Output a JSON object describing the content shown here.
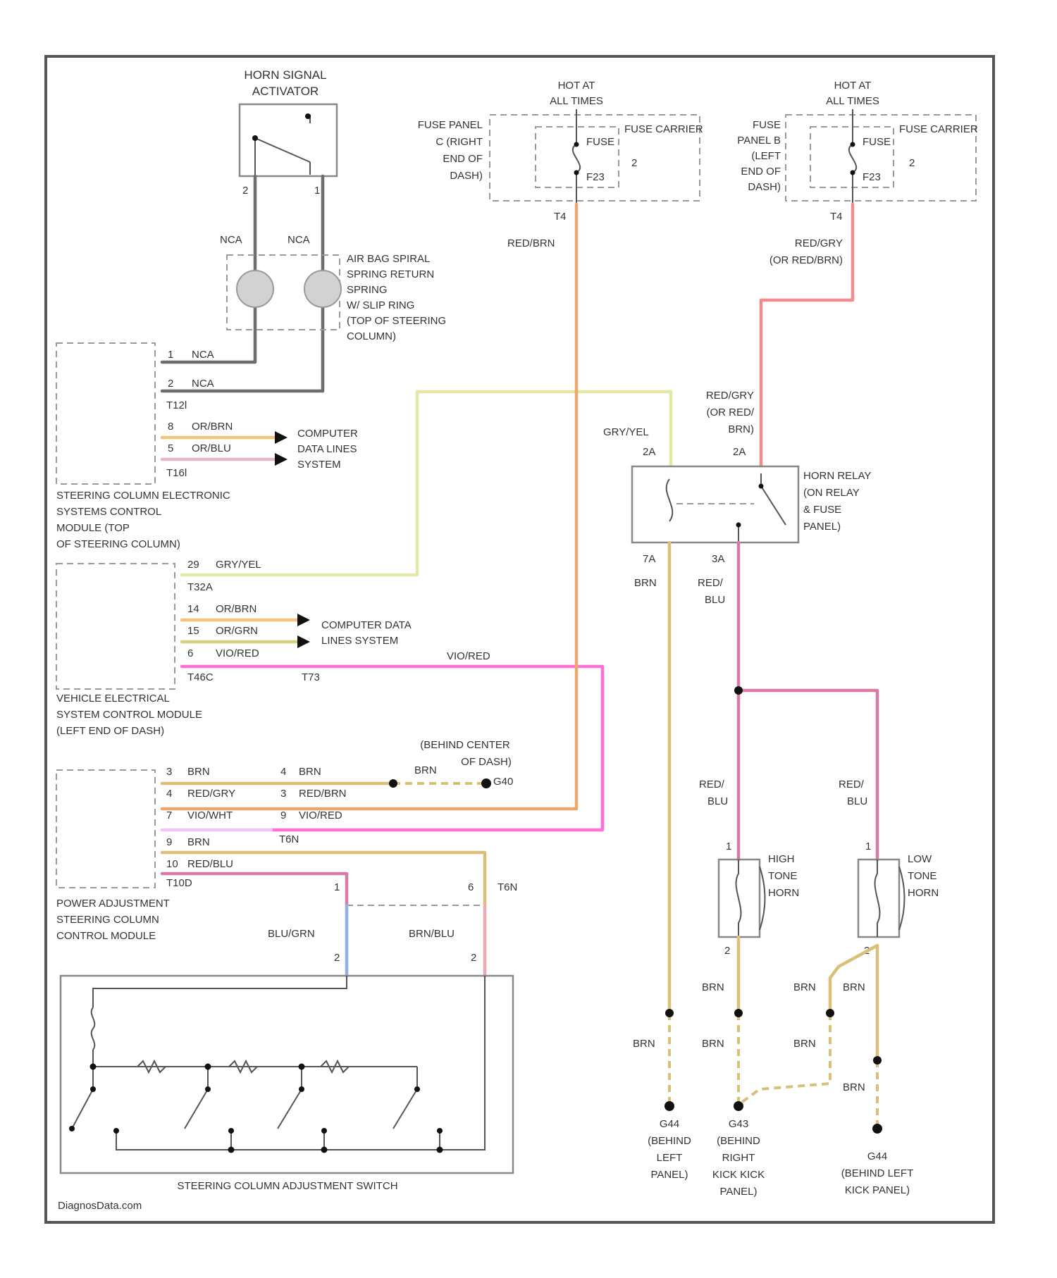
{
  "colors": {
    "gry": "#6d6d6d",
    "red_brn": "#e9a86c",
    "red_gry": "#f28b8b",
    "gry_yel": "#e6e8a8",
    "vio_red": "#ff6fd8",
    "or_brn": "#f2c47a",
    "or_blu": "#e9b7c2",
    "or_grn": "#d8cf7e",
    "brn": "#d9c07a",
    "red_blu": "#d77aa6",
    "vio_wht": "#ecc8f2",
    "blu_grn": "#8fb0e0",
    "brn_blu": "#f0a8b0"
  },
  "horn_signal_activator": {
    "line1": "HORN SIGNAL",
    "line2": "ACTIVATOR",
    "pin_left": "2",
    "pin_right": "1"
  },
  "fuse_left": {
    "hot": [
      "HOT AT",
      "ALL TIMES"
    ],
    "panel": [
      "FUSE PANEL",
      "C (RIGHT",
      "END OF",
      "DASH)"
    ],
    "fuse": "FUSE",
    "carrier": "FUSE CARRIER",
    "fuse_id": "F23",
    "pin": "2",
    "term": "T4",
    "wire": "RED/BRN"
  },
  "fuse_right": {
    "hot": [
      "HOT AT",
      "ALL TIMES"
    ],
    "panel": [
      "FUSE",
      "PANEL B",
      "(LEFT",
      "END OF",
      "DASH)"
    ],
    "fuse": "FUSE",
    "carrier": "FUSE CARRIER",
    "fuse_id": "F23",
    "pin": "2",
    "term": "T4",
    "wire": [
      "RED/GRY",
      "(OR RED/BRN)"
    ]
  },
  "nca_labels": [
    "NCA",
    "NCA"
  ],
  "clock_spring": [
    "AIR BAG SPIRAL",
    "SPRING RETURN",
    "SPRING",
    "W/ SLIP RING",
    "(TOP OF STEERING",
    "COLUMN)"
  ],
  "sccm": {
    "pins": [
      {
        "num": "1",
        "wire": "NCA"
      },
      {
        "num": "2",
        "wire": "NCA"
      }
    ],
    "conn1": "T12l",
    "pins2": [
      {
        "num": "8",
        "wire": "OR/BRN"
      },
      {
        "num": "5",
        "wire": "OR/BLU"
      }
    ],
    "conn2": "T16l",
    "arrow_label": [
      "COMPUTER",
      "DATA LINES",
      "SYSTEM"
    ],
    "name": [
      "STEERING COLUMN ELECTRONIC",
      "SYSTEMS CONTROL",
      "MODULE (TOP",
      "OF STEERING COLUMN)"
    ]
  },
  "vescm": {
    "pin_top": {
      "num": "29",
      "wire": "GRY/YEL"
    },
    "conn_top": "T32A",
    "pins": [
      {
        "num": "14",
        "wire": "OR/BRN"
      },
      {
        "num": "15",
        "wire": "OR/GRN"
      },
      {
        "num": "6",
        "wire": "VIO/RED"
      }
    ],
    "conn": "T46C",
    "arrow_label": [
      "COMPUTER DATA",
      "LINES SYSTEM"
    ],
    "inline_conn": "T73",
    "vio_red_label": "VIO/RED",
    "name": [
      "VEHICLE ELECTRICAL",
      "SYSTEM CONTROL MODULE",
      "(LEFT END OF DASH)"
    ]
  },
  "pascm": {
    "pins": [
      {
        "num": "3",
        "wire": "BRN"
      },
      {
        "num": "4",
        "wire": "RED/GRY"
      },
      {
        "num": "7",
        "wire": "VIO/WHT"
      },
      {
        "num": "9",
        "wire": "BRN"
      },
      {
        "num": "10",
        "wire": "RED/BLU"
      }
    ],
    "conn": "T10D",
    "mid_pins": [
      {
        "num": "4",
        "wire": "BRN"
      },
      {
        "num": "3",
        "wire": "RED/BRN"
      },
      {
        "num": "9",
        "wire": "VIO/RED"
      }
    ],
    "mid_conn": "T6N",
    "ground_ref": [
      "(BEHIND CENTER",
      "OF DASH)"
    ],
    "ground_wire": "BRN",
    "ground_id": "G40",
    "name": [
      "POWER ADJUSTMENT",
      "STEERING COLUMN",
      "CONTROL MODULE"
    ]
  },
  "switch": {
    "pin_left_top": "1",
    "pin_right_top": "6",
    "conn": "T6N",
    "wire_left": "BLU/GRN",
    "wire_right": "BRN/BLU",
    "pin_left_bottom": "2",
    "pin_right_bottom": "2",
    "name": "STEERING COLUMN ADJUSTMENT SWITCH"
  },
  "horn_relay": {
    "wire_in_left": "GRY/YEL",
    "wire_in_right": [
      "RED/GRY",
      "(OR RED/",
      "BRN)"
    ],
    "pin_top_left": "2A",
    "pin_top_right": "2A",
    "pin_bot_left": "7A",
    "pin_bot_right": "3A",
    "name": [
      "HORN RELAY",
      "(ON RELAY",
      "& FUSE",
      "PANEL)"
    ],
    "out_left_wire": "BRN",
    "out_right_wire": [
      "RED/",
      "BLU"
    ]
  },
  "horns": {
    "high": {
      "label": [
        "HIGH",
        "TONE",
        "HORN"
      ],
      "wire_in": [
        "RED/",
        "BLU"
      ],
      "pin_in": "1",
      "pin_out": "2"
    },
    "low": {
      "label": [
        "LOW",
        "TONE",
        "HORN"
      ],
      "wire_in": [
        "RED/",
        "BLU"
      ],
      "pin_in": "1",
      "pin_out": "2"
    }
  },
  "grounds": {
    "brn": "BRN",
    "g1": {
      "id": "G44",
      "loc": [
        "(BEHIND",
        "LEFT",
        "PANEL)"
      ]
    },
    "g2": {
      "id": "G43",
      "loc": [
        "(BEHIND",
        "RIGHT",
        "KICK KICK",
        "PANEL)"
      ]
    },
    "g3": {
      "id": "G44",
      "loc": [
        "(BEHIND LEFT",
        "KICK PANEL)"
      ]
    }
  },
  "watermark": "DiagnosData.com"
}
